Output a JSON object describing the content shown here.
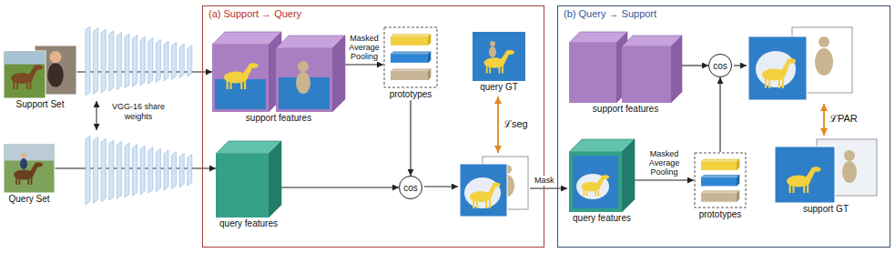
{
  "diagram": {
    "nodes": [
      {
        "text": [
          "Support Set"
        ]
      },
      {
        "text": [
          "Query Set"
        ]
      },
      {
        "text": [
          "(a) Support → Query"
        ]
      },
      {
        "text": [
          "support features"
        ],
        "in": 2
      },
      {
        "text": [
          "prototypes"
        ],
        "in": 2
      },
      {
        "text": [
          "query GT"
        ],
        "in": 2
      },
      {
        "text": [
          "query features"
        ],
        "in": 2
      },
      {
        "text": [
          "cos"
        ],
        "in": 2
      },
      {
        "text": [
          "(b) Query → Support"
        ]
      },
      {
        "text": [
          "support features"
        ],
        "in": 8
      },
      {
        "text": [
          "cos"
        ],
        "in": 8
      },
      {
        "text": [
          "query features"
        ],
        "in": 8
      },
      {
        "text": [
          "prototypes"
        ],
        "in": 8
      },
      {
        "text": [
          "support GT"
        ],
        "in": 8
      }
    ],
    "edges": [
      {
        "from": 0,
        "to": 3,
        "arrow": "to"
      },
      {
        "from": 1,
        "to": 6,
        "arrow": "to"
      },
      {
        "from": 3,
        "to": 4,
        "label": "Masked Average Pooling",
        "arrow": "to"
      },
      {
        "from": 4,
        "to": 7,
        "arrow": "to"
      },
      {
        "from": 6,
        "to": 7,
        "arrow": "to"
      },
      {
        "from": 9,
        "to": 10,
        "arrow": "to"
      },
      {
        "from": 11,
        "to": 12,
        "label": "Masked Average Pooling",
        "arrow": "to"
      },
      {
        "from": 12,
        "to": 10,
        "arrow": "to"
      }
    ],
    "labels": [
      "VGG-16 share weights",
      "ℒseg",
      "Mask",
      "ℒPAR"
    ]
  }
}
